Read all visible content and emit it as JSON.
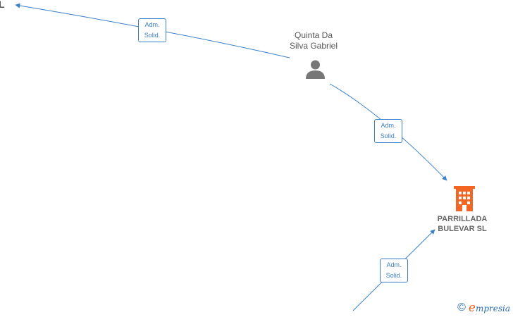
{
  "clipped_node": {
    "label": "L"
  },
  "person": {
    "name_line1": "Quinta Da",
    "name_line2": "Silva Gabriel"
  },
  "company": {
    "name_line1": "PARRILLADA",
    "name_line2": "BULEVAR  SL"
  },
  "edges": [
    {
      "line1": "Adm.",
      "line2": "Solid."
    },
    {
      "line1": "Adm.",
      "line2": "Solid."
    },
    {
      "line1": "Adm.",
      "line2": "Solid."
    }
  ],
  "brand": {
    "copyright": "©",
    "initial": "e",
    "rest": "mpresia"
  },
  "colors": {
    "edge": "#3a7fc8",
    "person_icon": "#777777",
    "company_icon": "#f26522"
  }
}
